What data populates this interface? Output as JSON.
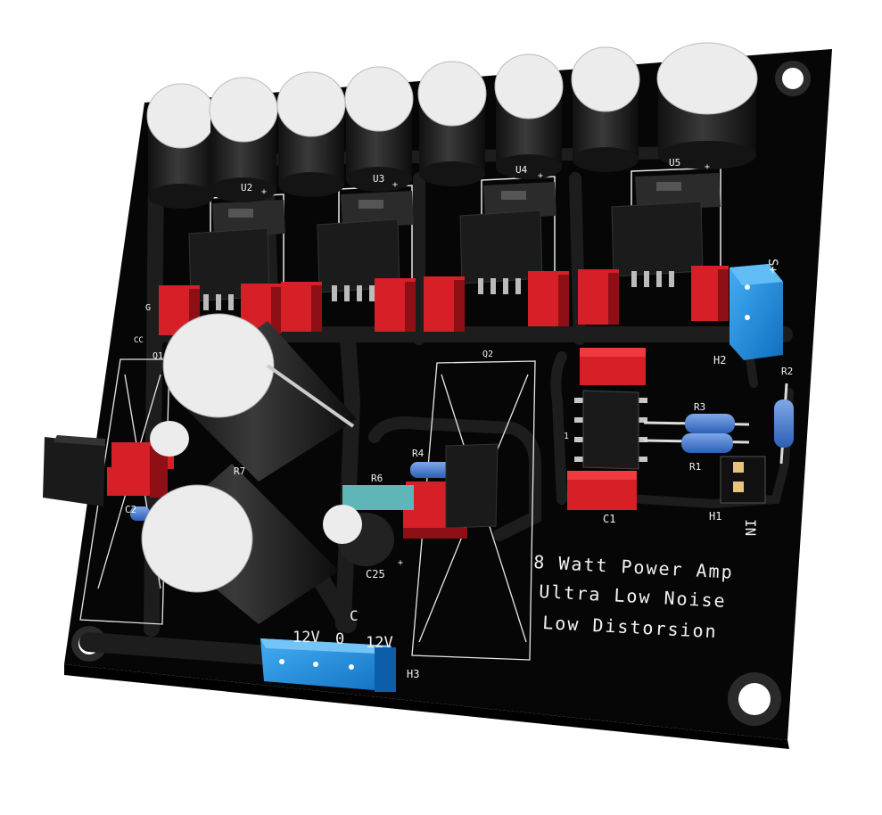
{
  "board": {
    "colors": {
      "pcb": "#050505",
      "copper": "#1f1f1f",
      "silkscreen": "#f2f2f2",
      "capacitor_body": "#2a2a2a",
      "capacitor_top": "#ececec",
      "resistor_smd": "#d61f26",
      "resistor_tht": "#3f74c9",
      "connector": "#1f8fe0",
      "ic_body": "#1a1a1a"
    },
    "title_lines": [
      "8 Watt Power Amp",
      "Ultra Low Noise",
      "Low Distorsion"
    ],
    "regulator_labels": [
      "U2",
      "U3",
      "U4",
      "U5"
    ],
    "transistor_labels": [
      "Q1",
      "Q2"
    ],
    "labels": {
      "h1": "H1",
      "h2": "H2",
      "h3": "H3",
      "r1": "R1",
      "r2": "R2",
      "r3": "R3",
      "r4": "R4",
      "r6": "R6",
      "r7": "R7",
      "c1": "C1",
      "c25": "C25",
      "c2x": "C2",
      "s_plus": "S+",
      "in": "IN",
      "cc": "CC",
      "g": "G",
      "ic_pin": "1",
      "sign_plus": "+",
      "c_mark": "C"
    },
    "power_labels": [
      "12V",
      "0",
      "12V"
    ]
  }
}
